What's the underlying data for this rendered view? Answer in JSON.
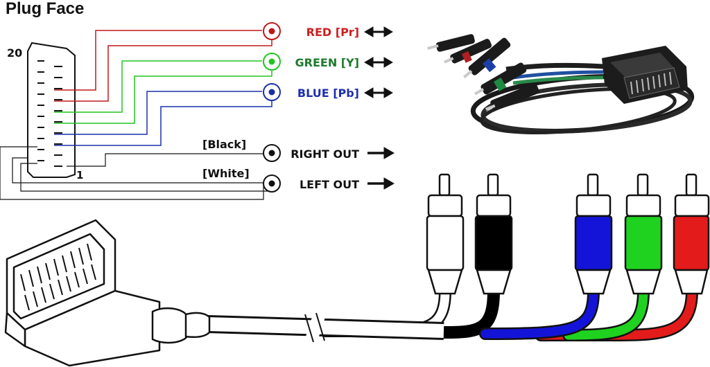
{
  "title": "Plug Face",
  "pins": {
    "top": "20",
    "bottom": "1"
  },
  "outputs": [
    {
      "label": "RED [Pr]",
      "color": "#cc1f1f",
      "arrow": "double"
    },
    {
      "label": "GREEN [Y]",
      "color": "#1e7a2e",
      "arrow": "double"
    },
    {
      "label": "BLUE [Pb]",
      "color": "#1f2fb0",
      "arrow": "double"
    },
    {
      "label": "RIGHT OUT",
      "color": "#111111",
      "arrow": "single"
    },
    {
      "label": "LEFT OUT",
      "color": "#111111",
      "arrow": "single"
    }
  ],
  "wire_labels": {
    "black": "[Black]",
    "white": "[White]"
  },
  "colors": {
    "red": "#e41b1b",
    "green": "#1fd21f",
    "blue": "#1414d8",
    "black": "#000000",
    "white": "#ffffff",
    "ink": "#111111"
  }
}
